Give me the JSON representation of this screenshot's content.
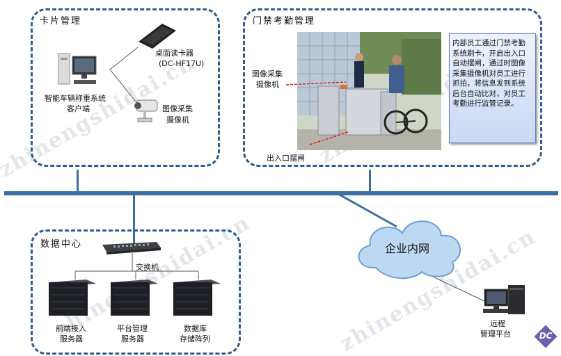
{
  "panels": {
    "card": {
      "title": "卡片管理"
    },
    "access": {
      "title": "门禁考勤管理"
    },
    "datacenter": {
      "title": "数据中心"
    }
  },
  "card_panel": {
    "reader_label_1": "桌面读卡器",
    "reader_label_2": "(DC-HF17U)",
    "camera_label_1": "图像采集",
    "camera_label_2": "摄像机",
    "client_label_1": "智能车辆称重系统",
    "client_label_2": "客户端"
  },
  "access_panel": {
    "camera_label_1": "图像采集",
    "camera_label_2": "摄像机",
    "gate_label": "出入口摆闸",
    "note": "内部员工通过门禁考勤系统刷卡，开启出入口自动摆闸，通过时图像采集摄像机对员工进行抓拍，将信息发到系统后台自动比对，对员工考勤进行监管记录。"
  },
  "datacenter_panel": {
    "switch_label": "交换机",
    "servers": [
      {
        "line1": "前端接入",
        "line2": "服务器"
      },
      {
        "line1": "平台管理",
        "line2": "服务器"
      },
      {
        "line1": "数据库",
        "line2": "存储阵列"
      }
    ]
  },
  "network": {
    "cloud_label": "企业内网",
    "remote_label_1": "远程",
    "remote_label_2": "管理平台"
  },
  "logo": {
    "text": "DC"
  },
  "watermark": {
    "text": "zhinengshidai.cn"
  },
  "colors": {
    "panel_border": "#2e5d8f",
    "bus": "#3d6ea3",
    "cloud_fill": "#bcd8f2"
  }
}
